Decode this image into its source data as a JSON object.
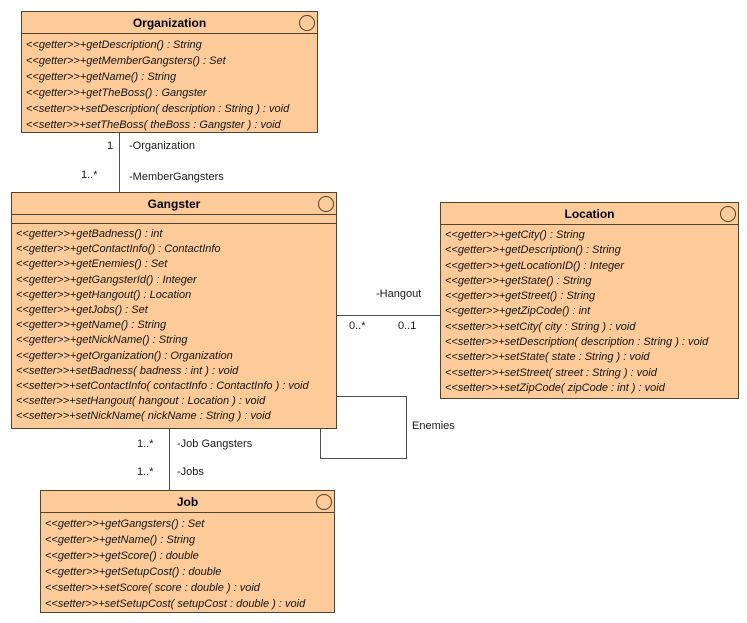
{
  "diagram": {
    "background_color": "#ffffff",
    "class_fill_color": "#FCCB99",
    "class_border_color": "#54422D",
    "line_color": "#4d4d4d"
  },
  "classes": {
    "organization": {
      "name": "Organization",
      "methods": [
        "<<getter>>+getDescription() : String",
        "<<getter>>+getMemberGangsters() : Set",
        "<<getter>>+getName() : String",
        "<<getter>>+getTheBoss() : Gangster",
        "<<setter>>+setDescription( description : String ) : void",
        "<<setter>>+setTheBoss( theBoss : Gangster ) : void"
      ]
    },
    "gangster": {
      "name": "Gangster",
      "methods": [
        "<<getter>>+getBadness() : int",
        "<<getter>>+getContactInfo() : ContactInfo",
        "<<getter>>+getEnemies() : Set",
        "<<getter>>+getGangsterId() : Integer",
        "<<getter>>+getHangout() : Location",
        "<<getter>>+getJobs() : Set",
        "<<getter>>+getName() : String",
        "<<getter>>+getNickName() : String",
        "<<getter>>+getOrganization() : Organization",
        "<<setter>>+setBadness( badness : int ) : void",
        "<<setter>>+setContactInfo( contactInfo : ContactInfo ) : void",
        "<<setter>>+setHangout( hangout : Location ) : void",
        "<<setter>>+setNickName( nickName : String ) : void"
      ]
    },
    "location": {
      "name": "Location",
      "methods": [
        "<<getter>>+getCity() : String",
        "<<getter>>+getDescription() : String",
        "<<getter>>+getLocationID() : Integer",
        "<<getter>>+getState() : String",
        "<<getter>>+getStreet() : String",
        "<<getter>>+getZipCode() : int",
        "<<setter>>+setCity( city : String ) : void",
        "<<setter>>+setDescription( description : String ) : void",
        "<<setter>>+setState( state : String ) : void",
        "<<setter>>+setStreet( street : String ) : void",
        "<<setter>>+setZipCode( zipCode : int ) : void"
      ]
    },
    "job": {
      "name": "Job",
      "methods": [
        "<<getter>>+getGangsters() : Set",
        "<<getter>>+getName() : String",
        "<<getter>>+getScore() : double",
        "<<getter>>+getSetupCost() : double",
        "<<setter>>+setScore( score : double ) : void",
        "<<setter>>+setSetupCost( setupCost : double ) : void"
      ]
    }
  },
  "associations": {
    "organization_gangster": {
      "organization_multiplicity": "1",
      "organization_role": "-Organization",
      "gangster_multiplicity": "1..*",
      "gangster_role": "-MemberGangsters"
    },
    "gangster_location": {
      "role": "-Hangout",
      "gangster_multiplicity": "0..*",
      "location_multiplicity": "0..1"
    },
    "gangster_job": {
      "gangster_multiplicity": "1..*",
      "gangster_role": "-Job Gangsters",
      "job_multiplicity": "1..*",
      "job_role": "-Jobs"
    },
    "gangster_enemies": {
      "label": "Enemies"
    }
  }
}
